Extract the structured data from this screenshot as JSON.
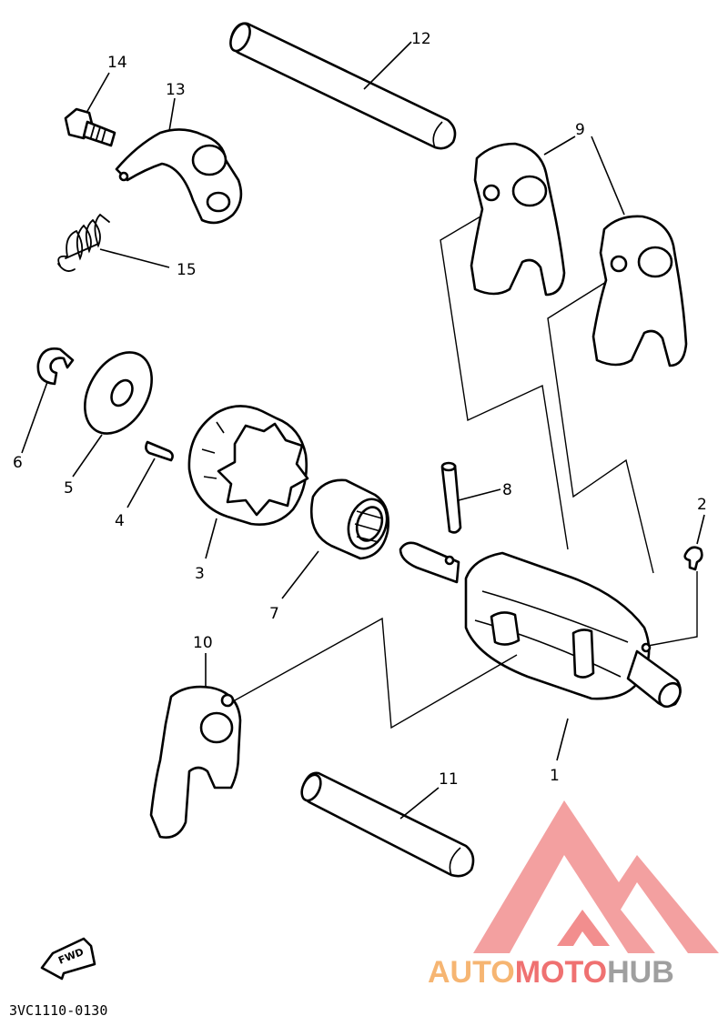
{
  "diagram": {
    "drawing_code": "3VC1110-0130",
    "fwd_label": "FWD",
    "callouts": [
      "1",
      "2",
      "3",
      "4",
      "5",
      "6",
      "7",
      "8",
      "9",
      "10",
      "11",
      "12",
      "13",
      "14",
      "15"
    ]
  },
  "watermark": {
    "part1": "AUTO",
    "part2": "MOTO",
    "part3": "HUB",
    "color_orange": "#f6b26b",
    "color_red": "#ef6a6a",
    "color_gray": "#9a9a9a"
  }
}
